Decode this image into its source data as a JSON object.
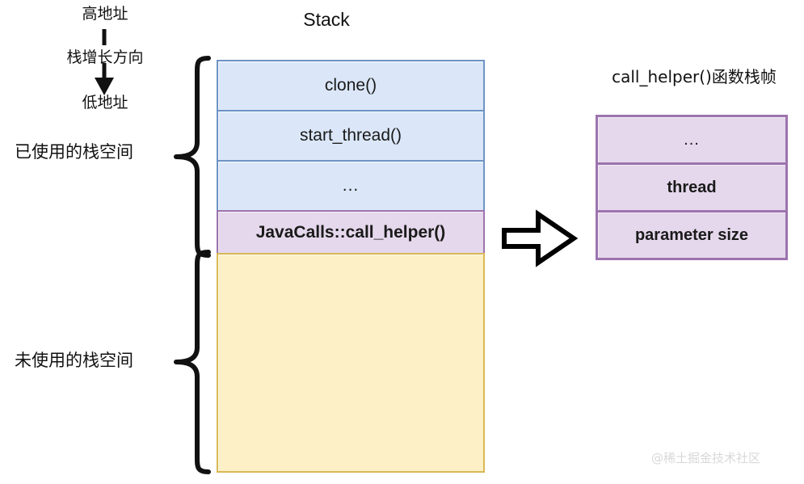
{
  "diagram": {
    "stack_title": "Stack",
    "frame_title": "call_helper()函数栈帧",
    "watermark": "@稀土掘金技术社区"
  },
  "address_annotation": {
    "high_address": "高地址",
    "grow_direction": "栈增长方向",
    "low_address": "低地址"
  },
  "section_labels": {
    "used": "已使用的栈空间",
    "unused": "未使用的栈空间"
  },
  "stack_rows": [
    {
      "label": "clone()",
      "kind": "blue"
    },
    {
      "label": "start_thread()",
      "kind": "blue"
    },
    {
      "label": "...",
      "kind": "blue"
    },
    {
      "label": "JavaCalls::call_helper()",
      "kind": "purple"
    },
    {
      "label": "",
      "kind": "yellow"
    }
  ],
  "frame_rows": [
    {
      "label": "..."
    },
    {
      "label": "thread"
    },
    {
      "label": "parameter size"
    }
  ],
  "icons": {
    "down_arrow": "down-arrow-icon",
    "block_arrow": "block-arrow-right-icon",
    "brace_used": "curly-brace-icon",
    "brace_unused": "curly-brace-icon"
  },
  "colors": {
    "blue_fill": "#dbe7f9",
    "blue_border": "#6e93c4",
    "purple_fill": "#e5d8ec",
    "purple_border": "#9c74ae",
    "yellow_fill": "#fdf0c6",
    "yellow_border": "#d9b855",
    "text": "#1a1a1a",
    "watermark": "#d8d8d8"
  }
}
